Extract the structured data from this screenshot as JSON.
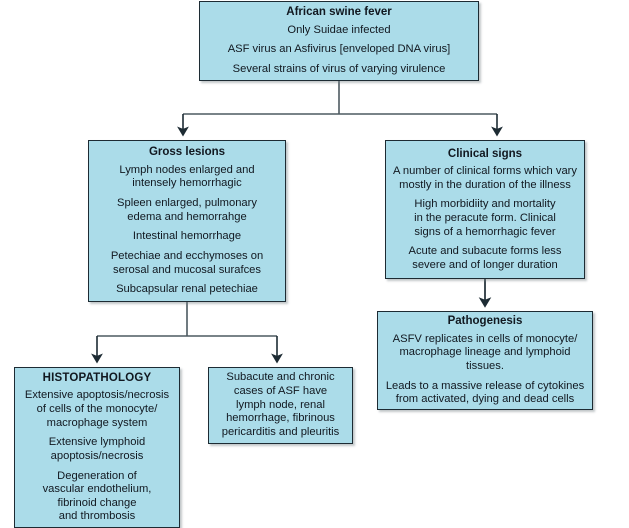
{
  "diagram": {
    "type": "flowchart",
    "background_color": "#ffffff",
    "node_fill_color": "#abdce9",
    "node_border_color": "#1d2b33",
    "text_color": "#111820",
    "nodes": [
      {
        "id": "title",
        "name": "african-swine-fever",
        "title": "African swine fever",
        "lines": [
          "Only Suidae infected",
          "ASF virus an Asfivirus [enveloped DNA virus]",
          "Several strains of virus of varying virulence"
        ]
      },
      {
        "id": "gross",
        "name": "gross-lesions",
        "title": "Gross lesions",
        "lines": [
          "Lymph nodes enlarged and\nintensely hemorrhagic",
          "Spleen enlarged, pulmonary\nedema and hemorrahge",
          "Intestinal hemorrhage",
          "Petechiae and ecchymoses on\nserosal and mucosal surafces",
          "Subcapsular renal petechiae"
        ]
      },
      {
        "id": "clinical",
        "name": "clinical-signs",
        "title": "Clinical signs",
        "lines": [
          "A number of clinical forms which vary\nmostly in the duration of the illness",
          "High morbidiity and mortality\nin the peracute form. Clinical\nsigns of a hemorrhagic fever",
          "Acute and subacute forms less\nsevere and of longer duration"
        ]
      },
      {
        "id": "pathogenesis",
        "name": "pathogenesis",
        "title": "Pathogenesis",
        "lines": [
          "ASFV replicates in cells of monocyte/\nmacrophage lineage and lymphoid tissues.",
          "Leads to a massive release of cytokines\nfrom activated, dying and dead cells"
        ]
      },
      {
        "id": "histopathology",
        "name": "histopathology",
        "title": "HISTOPATHOLOGY",
        "lines": [
          "Extensive apoptosis/necrosis\nof cells of the monocyte/\nmacrophage system",
          "Extensive lymphoid\napoptosis/necrosis",
          "Degeneration of\nvascular endothelium,\nfibrinoid change\nand thrombosis"
        ]
      },
      {
        "id": "subacute",
        "name": "subacute-chronic-cases",
        "title": "",
        "lines": [
          "Subacute and chronic\ncases of ASF have\nlymph node, renal\nhemorrhage, fibrinous\npericarditis and pleuritis"
        ]
      }
    ],
    "edges": [
      {
        "name": "edge-title-to-gross",
        "from": "title",
        "to": "gross"
      },
      {
        "name": "edge-title-to-clinical",
        "from": "title",
        "to": "clinical"
      },
      {
        "name": "edge-gross-to-histo",
        "from": "gross",
        "to": "histopathology"
      },
      {
        "name": "edge-gross-to-subacute",
        "from": "gross",
        "to": "subacute"
      },
      {
        "name": "edge-clinical-to-pathogen",
        "from": "clinical",
        "to": "pathogenesis"
      }
    ]
  }
}
